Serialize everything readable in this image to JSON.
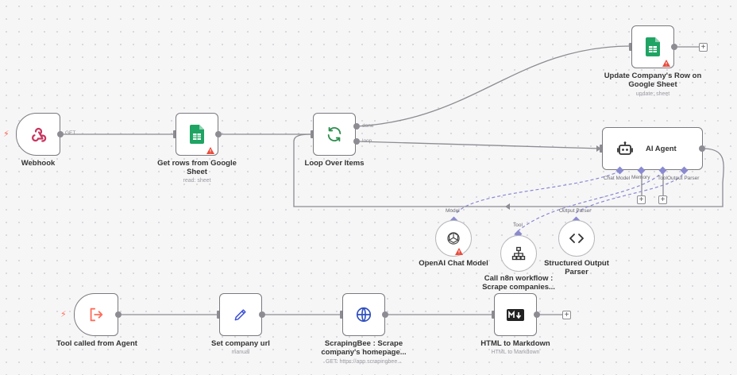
{
  "colors": {
    "accent": "#ff6d5a",
    "sheets_green": "#1fa463",
    "loop_green": "#2d8f4e",
    "warning_red": "#ea4b3c",
    "globe_blue": "#2f4fbf",
    "connector_purple": "#8a8ad0"
  },
  "nodes": {
    "webhook": {
      "label": "Webhook",
      "icon": "webhook-icon"
    },
    "get_rows": {
      "label": "Get rows from Google Sheet",
      "sub": "read: sheet",
      "icon": "google-sheets-icon"
    },
    "loop": {
      "label": "Loop Over Items",
      "icon": "loop-icon",
      "out_done": "done",
      "out_loop": "loop"
    },
    "update": {
      "label": "Update Company's Row on Google Sheet",
      "sub": "update: sheet",
      "icon": "google-sheets-icon"
    },
    "ai_agent": {
      "label": "AI Agent",
      "icon": "robot-icon",
      "ports": {
        "chat_model": "Chat Model",
        "memory": "Memory",
        "tool": "Tool",
        "output_parser": "Output Parser"
      }
    },
    "openai": {
      "label": "OpenAI Chat Model",
      "icon": "openai-icon",
      "port": "Model"
    },
    "call_workflow": {
      "label": "Call n8n workflow : Scrape companies...",
      "icon": "sitemap-icon",
      "port": "Tool"
    },
    "structured": {
      "label": "Structured Output Parser",
      "icon": "code-icon",
      "port": "Output Parser"
    },
    "tool_called": {
      "label": "Tool called from Agent",
      "icon": "exit-icon"
    },
    "set_url": {
      "label": "Set company url",
      "sub": "manual",
      "icon": "pencil-icon"
    },
    "scrapingbee": {
      "label": "ScrapingBee : Scrape company's homepage...",
      "sub": "GET: https://app.scrapingbee...",
      "icon": "globe-icon"
    },
    "html_md": {
      "label": "HTML to Markdown",
      "sub": "HTML to Markdown",
      "icon": "markdown-icon"
    }
  },
  "connections": {
    "webhook_get": "GET"
  }
}
